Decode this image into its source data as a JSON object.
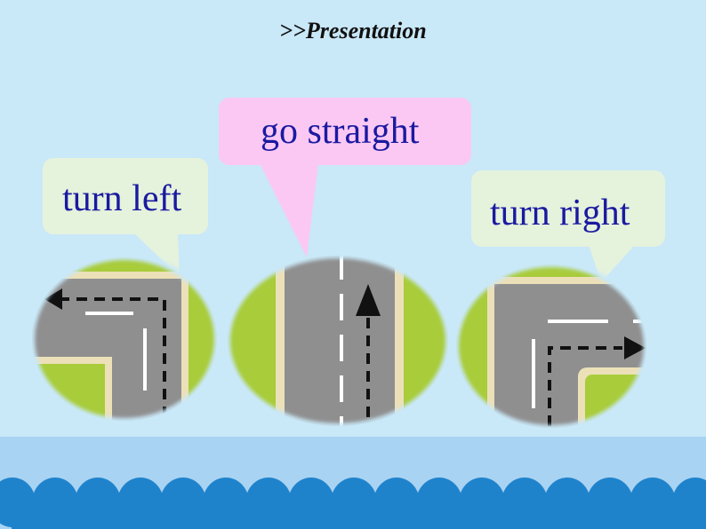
{
  "slide": {
    "title": ">>Presentation"
  },
  "bubbles": [
    {
      "id": "left",
      "label": "turn left",
      "color": "#e5f2dc"
    },
    {
      "id": "straight",
      "label": "go straight",
      "color": "#fbc8f4"
    },
    {
      "id": "right",
      "label": "turn right",
      "color": "#e5f2dc"
    }
  ],
  "colors": {
    "background": "#c9e8f8",
    "bottom_band": "#a8d3f2",
    "waves": "#1f83cc",
    "grass": "#a8cc3a",
    "road": "#8f8f8f",
    "curb": "#ece0b8",
    "label_text": "#1a1aa0"
  },
  "icons": [
    "left-turn-road-icon",
    "straight-road-icon",
    "right-turn-road-icon",
    "arrow-icon"
  ]
}
